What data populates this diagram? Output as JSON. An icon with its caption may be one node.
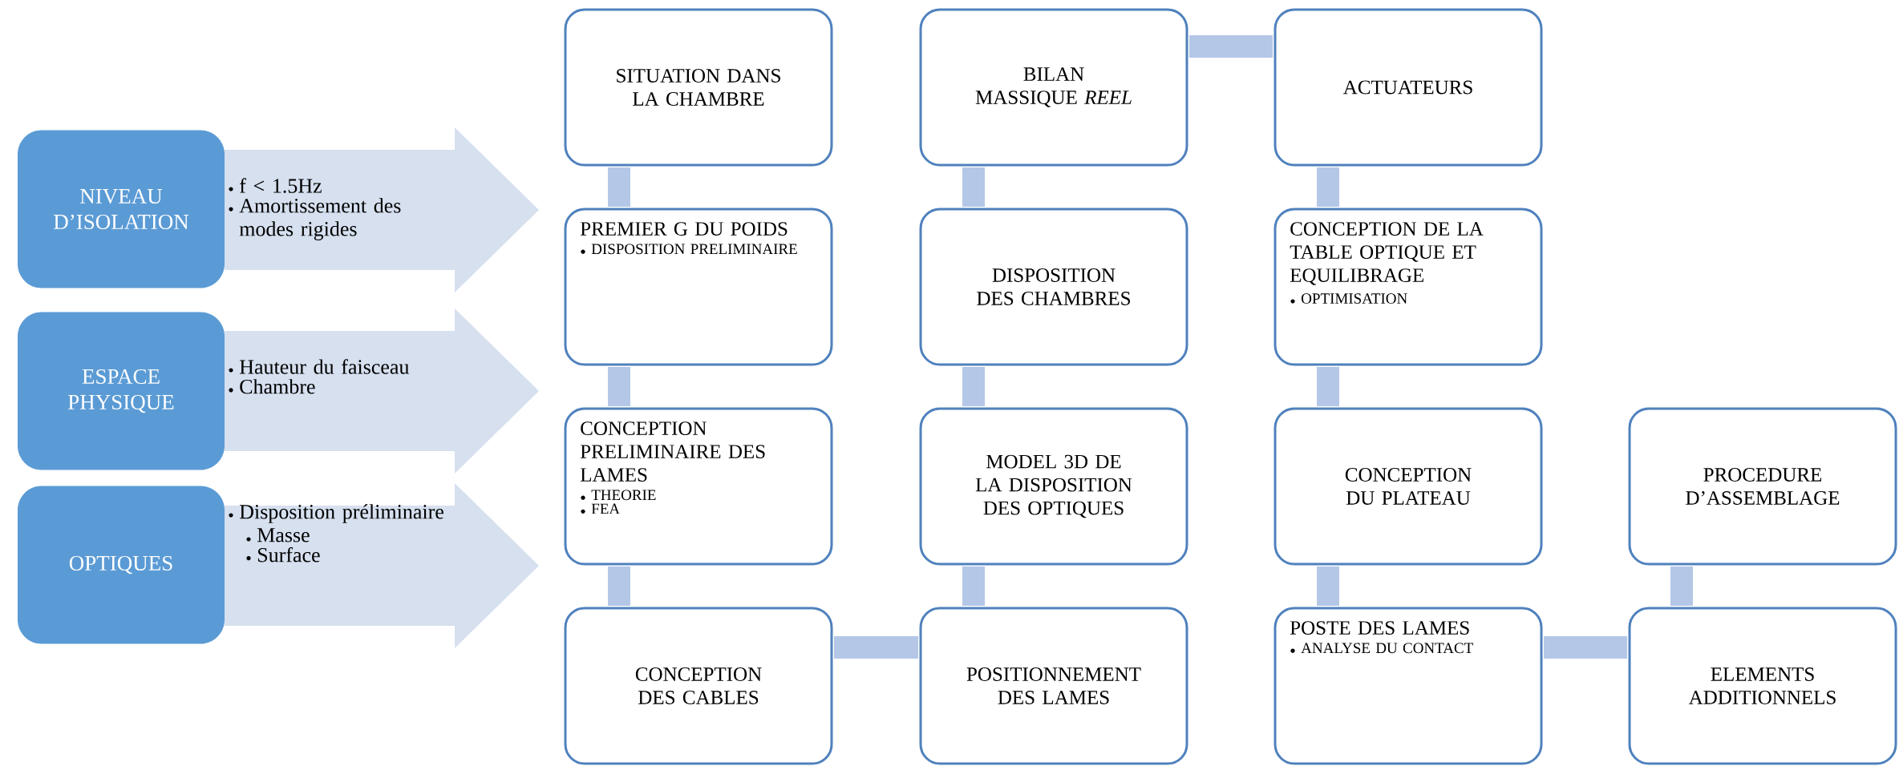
{
  "diagram": {
    "nodes": [
      {
        "text": [
          "NIVEAU D’ISOLATION"
        ]
      },
      {
        "text": [
          "f < 1.5Hz",
          "Amortissement des modes rigides"
        ]
      },
      {
        "text": [
          "ESPACE PHYSIQUE"
        ]
      },
      {
        "text": [
          "Hauteur du faisceau",
          "Chambre"
        ]
      },
      {
        "text": [
          "OPTIQUES"
        ]
      },
      {
        "text": [
          "Disposition préliminaire",
          "Masse",
          "Surface"
        ]
      },
      {
        "text": [
          "SITUATION DANS LA CHAMBRE"
        ]
      },
      {
        "text": [
          "PREMIER G DU POIDS",
          "DISPOSITION PRELIMINAIRE"
        ]
      },
      {
        "text": [
          "CONCEPTION PRELIMINAIRE DES LAMES",
          "THEORIE",
          "FEA"
        ]
      },
      {
        "text": [
          "CONCEPTION DES CABLES"
        ]
      },
      {
        "text": [
          "POSITIONNEMENT DES LAMES"
        ]
      },
      {
        "text": [
          "MODEL 3D DE LA DISPOSITION DES OPTIQUES"
        ]
      },
      {
        "text": [
          "DISPOSITION DES CHAMBRES"
        ]
      },
      {
        "text": [
          "BILAN MASSIQUE *REEL*"
        ]
      },
      {
        "text": [
          "ACTUATEURS"
        ]
      },
      {
        "text": [
          "CONCEPTION DE LA TABLE OPTIQUE ET EQUILIBRAGE",
          "OPTIMISATION"
        ]
      },
      {
        "text": [
          "CONCEPTION DU PLATEAU"
        ]
      },
      {
        "text": [
          "POSTE DES LAMES",
          "ANALYSE DU CONTACT"
        ]
      },
      {
        "text": [
          "ELEMENTS ADDITIONNELS"
        ]
      },
      {
        "text": [
          "PROCEDURE D’ASSEMBLAGE"
        ]
      }
    ],
    "edges": [
      {
        "from": 6,
        "to": 7,
        "arrow": "none"
      },
      {
        "from": 7,
        "to": 8,
        "arrow": "none"
      },
      {
        "from": 8,
        "to": 9,
        "arrow": "none"
      },
      {
        "from": 9,
        "to": 10,
        "arrow": "none"
      },
      {
        "from": 10,
        "to": 11,
        "arrow": "none"
      },
      {
        "from": 11,
        "to": 12,
        "arrow": "none"
      },
      {
        "from": 12,
        "to": 13,
        "arrow": "none"
      },
      {
        "from": 13,
        "to": 14,
        "arrow": "none"
      },
      {
        "from": 14,
        "to": 15,
        "arrow": "none"
      },
      {
        "from": 15,
        "to": 16,
        "arrow": "none"
      },
      {
        "from": 16,
        "to": 17,
        "arrow": "none"
      },
      {
        "from": 17,
        "to": 18,
        "arrow": "none"
      },
      {
        "from": 18,
        "to": 19,
        "arrow": "none"
      }
    ]
  }
}
